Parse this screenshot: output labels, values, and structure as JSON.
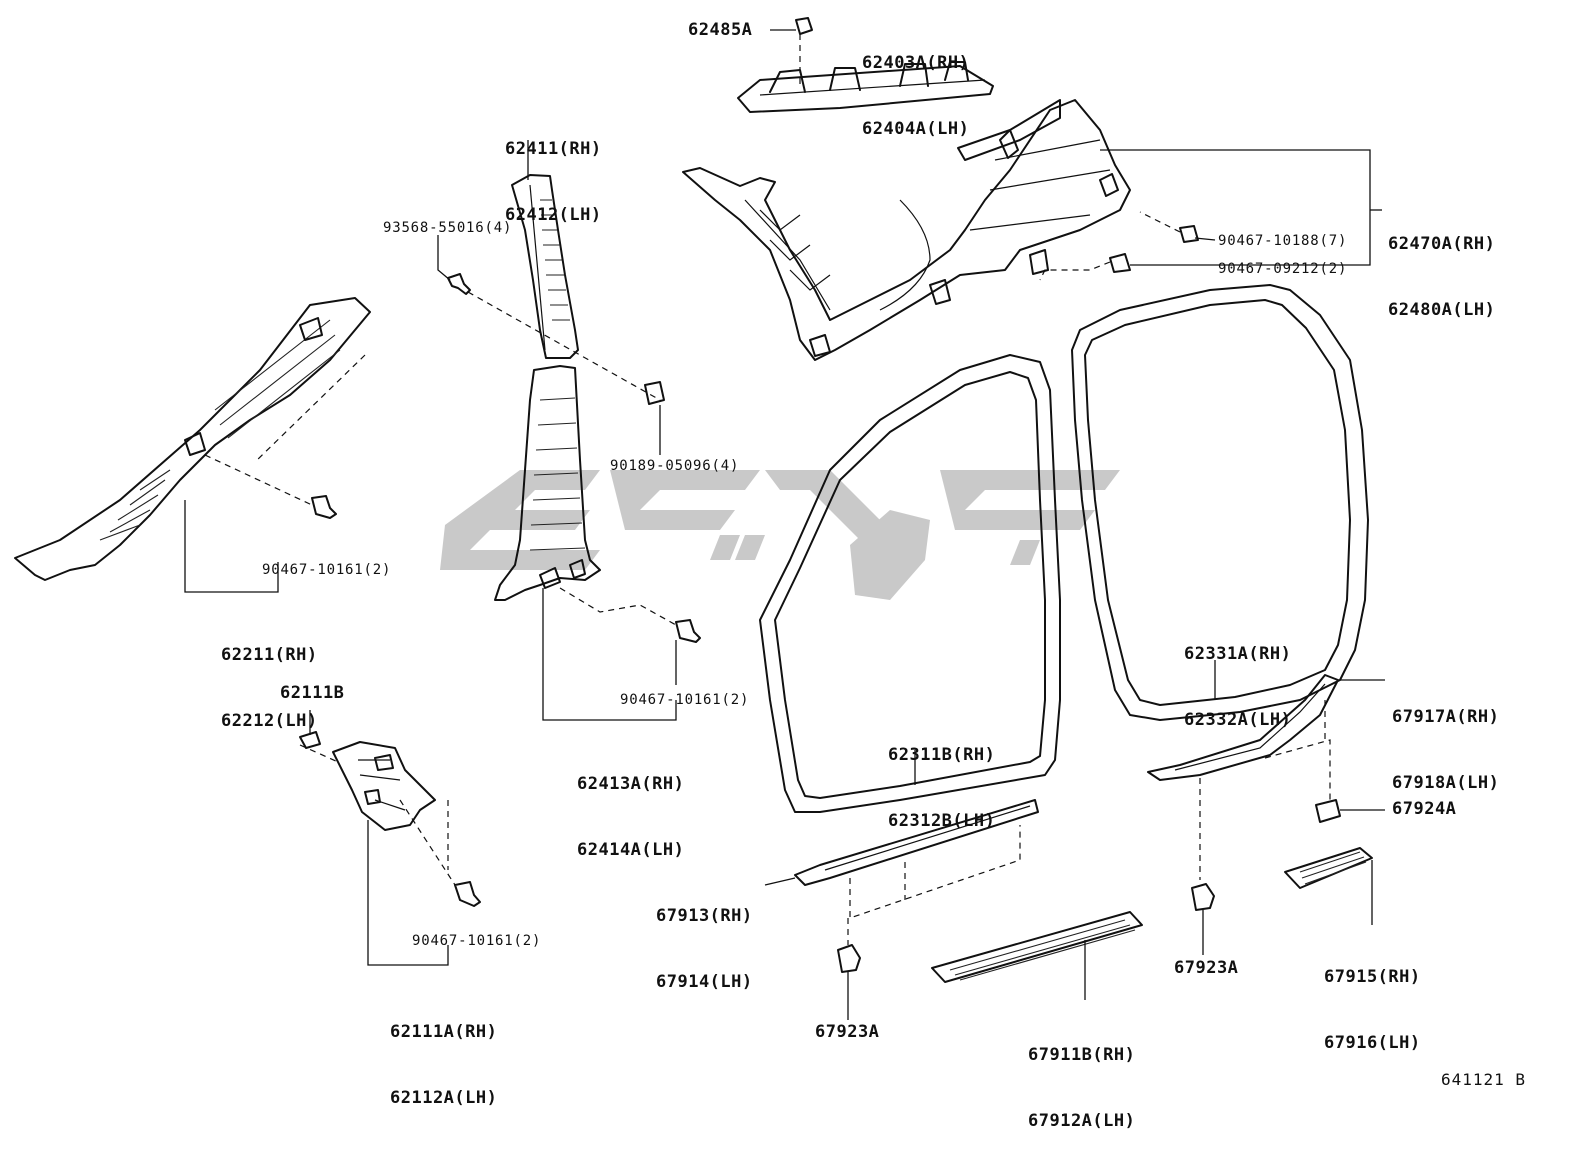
{
  "diagram_code": "641121 B",
  "labels": {
    "p62485A": "62485A",
    "p62403A": [
      "62403A(RH)",
      "62404A(LH)"
    ],
    "p62411": [
      "62411(RH)",
      "62412(LH)"
    ],
    "p93568": "93568-55016(4)",
    "p62470A": [
      "62470A(RH)",
      "62480A(LH)"
    ],
    "p90467_10188": "90467-10188(7)",
    "p90467_09212": "90467-09212(2)",
    "p90189": "90189-05096(4)",
    "p90467_10161_a": "90467-10161(2)",
    "p62211": [
      "62211(RH)",
      "62212(LH)"
    ],
    "p90467_10161_b": "90467-10161(2)",
    "p62413A": [
      "62413A(RH)",
      "62414A(LH)"
    ],
    "p62111B": "62111B",
    "p90467_10161_c": "90467-10161(2)",
    "p62111A": [
      "62111A(RH)",
      "62112A(LH)"
    ],
    "p62331A": [
      "62331A(RH)",
      "62332A(LH)"
    ],
    "p62311B": [
      "62311B(RH)",
      "62312B(LH)"
    ],
    "p67917A": [
      "67917A(RH)",
      "67918A(LH)"
    ],
    "p67924A": "67924A",
    "p67913": [
      "67913(RH)",
      "67914(LH)"
    ],
    "p67915": [
      "67915(RH)",
      "67916(LH)"
    ],
    "p67923A_a": "67923A",
    "p67923A_b": "67923A",
    "p67911B": [
      "67911B(RH)",
      "67912A(LH)"
    ]
  },
  "colors": {
    "line": "#111111",
    "watermark": "#c8c8c8"
  }
}
